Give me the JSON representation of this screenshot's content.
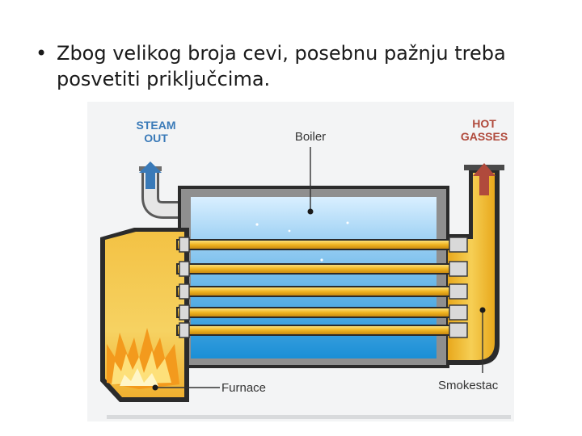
{
  "slide": {
    "bullet_glyph": "•",
    "bullet_text": "Zbog velikog broja cevi, posebnu pažnju treba posvetiti priključcima."
  },
  "diagram": {
    "labels": {
      "steam_out_line1": "STEAM",
      "steam_out_line2": "OUT",
      "hot_gasses_line1": "HOT",
      "hot_gasses_line2": "GASSES",
      "boiler": "Boiler",
      "furnace": "Furnace",
      "smokestack": "Smokestac"
    },
    "colors": {
      "steam_arrow": "#3a7ab8",
      "hot_gasses_arrow": "#b04a3c",
      "water_light": "#d9efff",
      "water_dark": "#1a8fd6",
      "fire_tube": "#f0b521",
      "furnace_body": "#f4c43e",
      "casing": "#2b2b2b"
    }
  }
}
